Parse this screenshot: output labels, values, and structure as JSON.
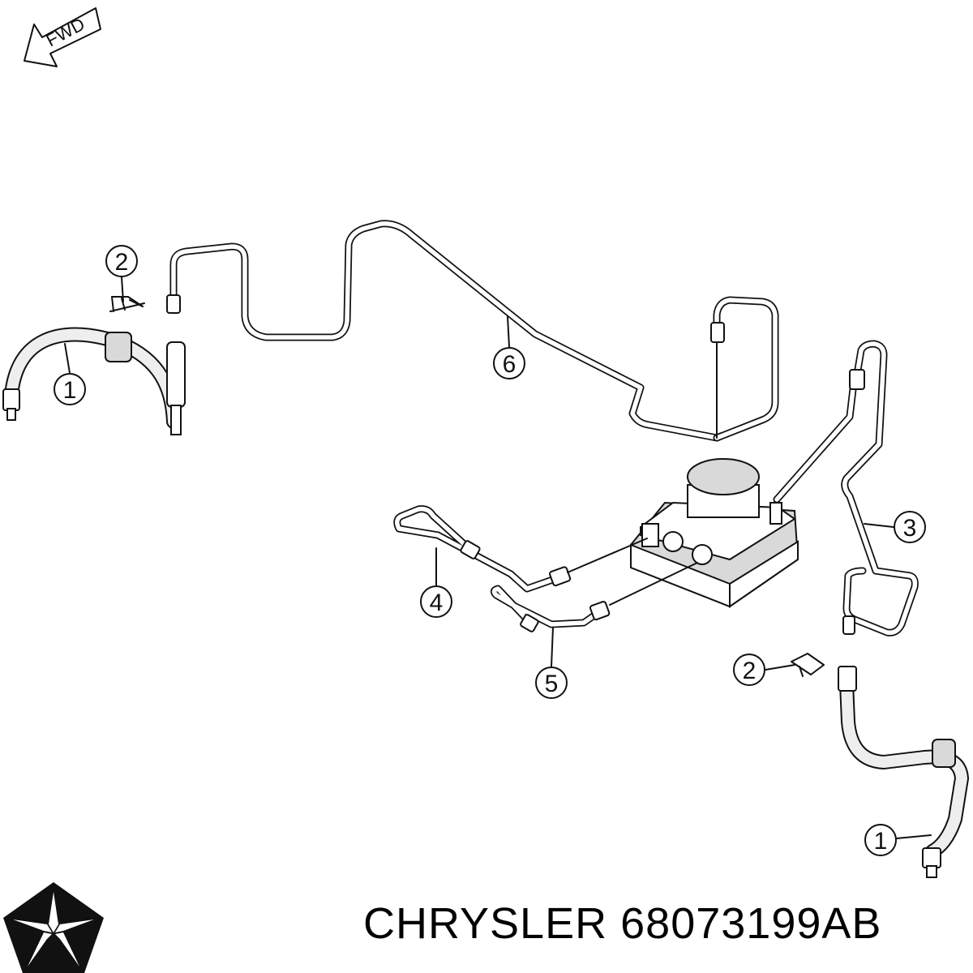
{
  "diagram": {
    "direction_label": "FWD",
    "callouts": [
      "1",
      "2",
      "6",
      "3",
      "4",
      "5",
      "2",
      "1"
    ],
    "brand": "CHRYSLER",
    "part_number": "68073199AB",
    "logo": "chrysler-pentastar-logo"
  }
}
